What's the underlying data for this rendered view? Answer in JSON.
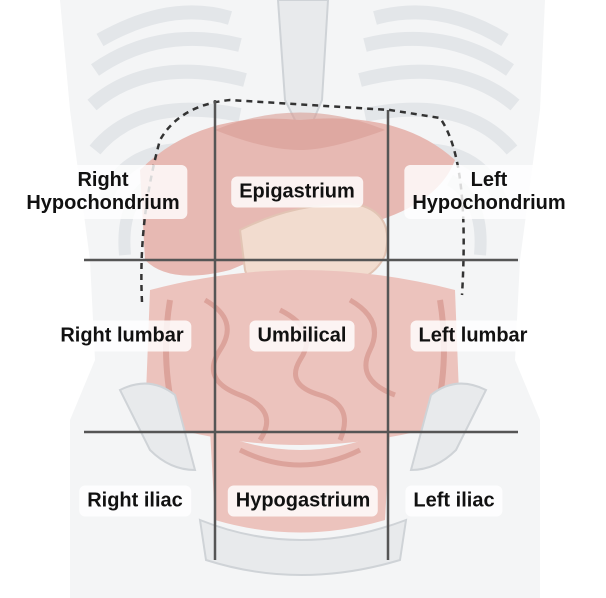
{
  "colors": {
    "background": "#ffffff",
    "bone": "#eceef0",
    "bone_outline": "#cfd3d7",
    "organ_red": "#e7b9b3",
    "organ_red_dark": "#d99c95",
    "intestine": "#ecc3bd",
    "stomach": "#f2dccf",
    "grid_line": "#555555",
    "dashed_outline": "#333333",
    "label_text": "#111111"
  },
  "regions": [
    {
      "id": "right-hypochondrium",
      "lines": [
        "Right",
        "Hypochondrium"
      ]
    },
    {
      "id": "epigastrium",
      "lines": [
        "Epigastrium"
      ]
    },
    {
      "id": "left-hypochondrium",
      "lines": [
        "Left",
        "Hypochondrium"
      ]
    },
    {
      "id": "right-lumbar",
      "lines": [
        "Right lumbar"
      ]
    },
    {
      "id": "umbilical",
      "lines": [
        "Umbilical"
      ]
    },
    {
      "id": "left-lumbar",
      "lines": [
        "Left lumbar"
      ]
    },
    {
      "id": "right-iliac",
      "lines": [
        "Right iliac"
      ]
    },
    {
      "id": "hypogastrium",
      "lines": [
        "Hypogastrium"
      ]
    },
    {
      "id": "left-iliac",
      "lines": [
        "Left iliac"
      ]
    }
  ]
}
